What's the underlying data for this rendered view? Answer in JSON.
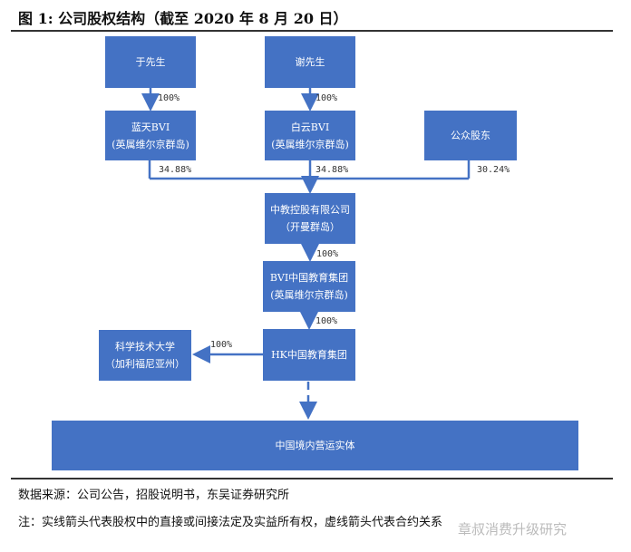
{
  "title": "图 1:  公司股权结构（截至 2020 年 8 月 20 日）",
  "colors": {
    "box": "#4472c4",
    "line": "#4472c4"
  },
  "nodes": {
    "yu": {
      "line1": "于先生"
    },
    "xie": {
      "line1": "谢先生"
    },
    "lantian": {
      "line1": "蓝天BVI",
      "line2": "(英属维尔京群岛)"
    },
    "baiyun": {
      "line1": "白云BVI",
      "line2": "(英属维尔京群岛)"
    },
    "public": {
      "line1": "公众股东"
    },
    "zhongjiao": {
      "line1": "中教控股有限公司",
      "line2": "（开曼群岛）"
    },
    "bvi_group": {
      "line1": "BVI中国教育集团",
      "line2": "(英属维尔京群岛)"
    },
    "hk_group": {
      "line1": "HK中国教育集团"
    },
    "university": {
      "line1": "科学技术大学",
      "line2": "（加利福尼亚州）"
    },
    "domestic": {
      "line1": "中国境内营运实体"
    }
  },
  "edges": {
    "yu_lantian": "100%",
    "xie_baiyun": "100%",
    "lantian_zj": "34.88%",
    "baiyun_zj": "34.88%",
    "public_zj": "30.24%",
    "zj_bvi": "100%",
    "bvi_hk": "100%",
    "hk_univ": "100%"
  },
  "footer": {
    "source": "数据来源：公司公告，招股说明书，东吴证券研究所",
    "note": "注：实线箭头代表股权中的直接或间接法定及实益所有权，虚线箭头代表合约关系"
  },
  "watermark": "章叔消费升级研究"
}
